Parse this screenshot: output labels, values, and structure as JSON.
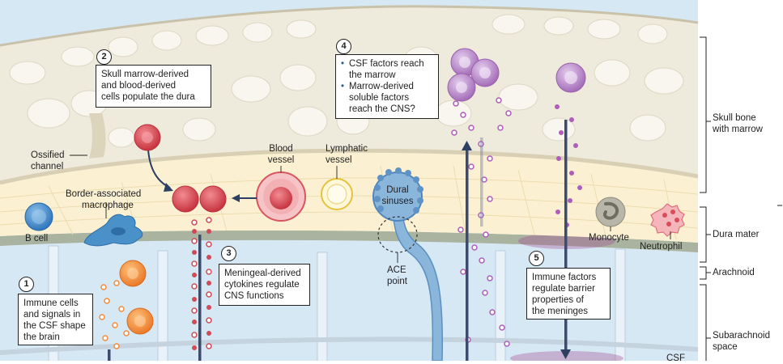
{
  "colors": {
    "skull": "#eeeadc",
    "dura": "#fbf1d2",
    "csf": "#d7e8f5",
    "vessel_red": "#d74a55",
    "lymph": "#e9c94a",
    "sinus": "#8bb6dc",
    "marrow_purple": "#b483c4",
    "bcell": "#3e86c8",
    "macrophage": "#4a90c9",
    "monocyte": "#9a9a8a",
    "neutrophil": "#e07b86",
    "orange_cell": "#f08a3c"
  },
  "steps": [
    {
      "num": "1",
      "lines": [
        "Immune cells",
        "and signals in",
        "the CSF shape",
        "the brain"
      ]
    },
    {
      "num": "2",
      "lines": [
        "Skull marrow-derived",
        "and blood-derived",
        "cells populate the dura"
      ]
    },
    {
      "num": "3",
      "lines": [
        "Meningeal-derived",
        "cytokines regulate",
        "CNS functions"
      ]
    },
    {
      "num": "4",
      "bullets": [
        [
          "CSF factors reach",
          "the marrow"
        ],
        [
          "Marrow-derived",
          "soluble factors",
          "reach the CNS?"
        ]
      ]
    },
    {
      "num": "5",
      "lines": [
        "Immune factors",
        "regulate barrier",
        "properties of",
        "the meninges"
      ]
    }
  ],
  "labels": {
    "ossified": [
      "Ossified",
      "channel"
    ],
    "blood_vessel": [
      "Blood",
      "vessel"
    ],
    "lymphatic_vessel": [
      "Lymphatic",
      "vessel"
    ],
    "bam": [
      "Border-associated",
      "macrophage"
    ],
    "bcell": "B cell",
    "dural_sinuses": [
      "Dural",
      "sinuses"
    ],
    "ace": [
      "ACE",
      "point"
    ],
    "monocyte": "Monocyte",
    "neutrophil": "Neutrophil",
    "csf": "CSF"
  },
  "layers": {
    "skull": [
      "Skull bone",
      "with marrow"
    ],
    "dura": "Dura mater",
    "arachnoid": "Arachnoid",
    "subarachnoid": [
      "Subarachnoid",
      "space"
    ]
  }
}
